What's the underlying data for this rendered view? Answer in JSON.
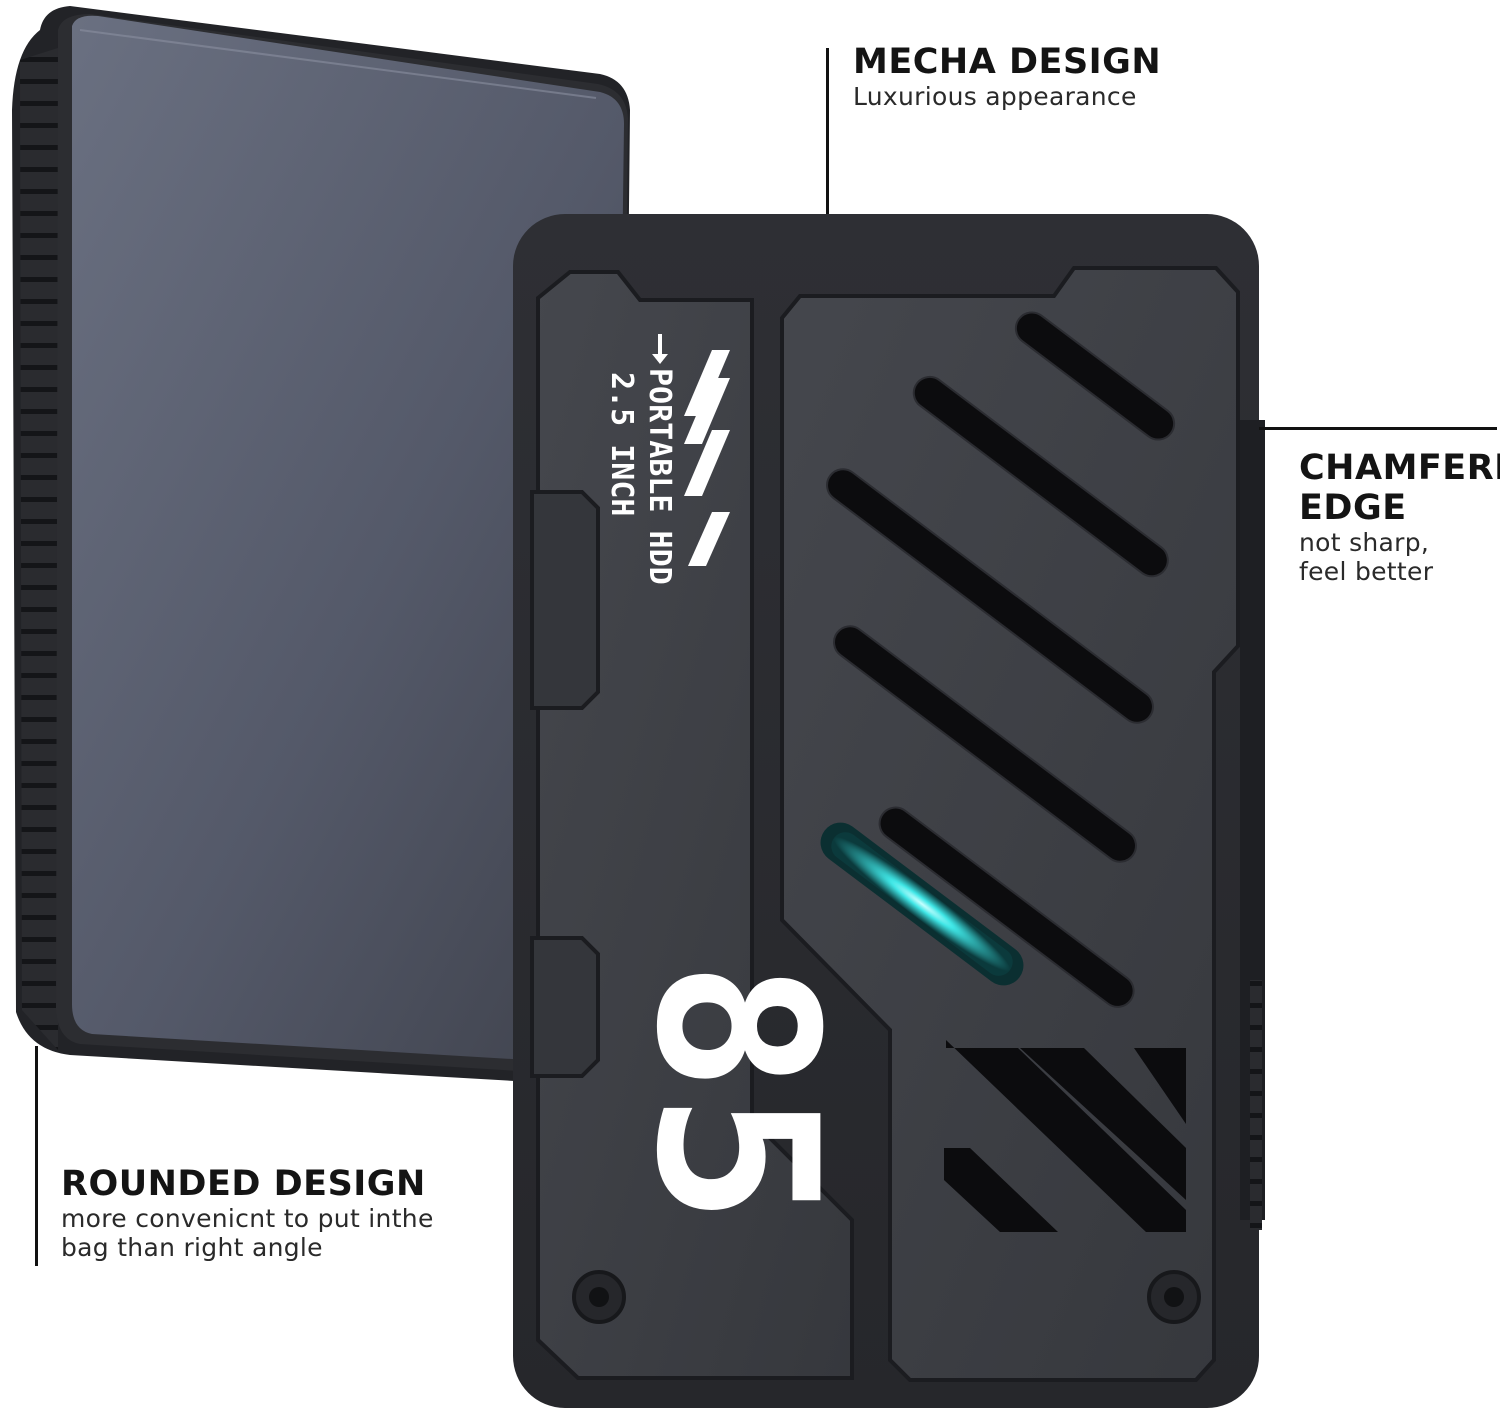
{
  "callouts": {
    "mecha": {
      "title": "MECHA DESIGN",
      "subtitle": "Luxurious appearance"
    },
    "chamfer": {
      "title_line1": "CHAMFERE",
      "title_line2": "EDGE",
      "subtitle_line1": "not sharp,",
      "subtitle_line2": "feel better"
    },
    "rounded": {
      "title": "ROUNDED DESIGN",
      "subtitle_line1": "more convenicnt to put inthe",
      "subtitle_line2": "bag than right angle"
    }
  },
  "product": {
    "label_line1": "PORTABLE HDD",
    "label_line2": "2.5 INCH",
    "logo": "85",
    "colors": {
      "back_face": "#5b6070",
      "front_shell": "#2b2c31",
      "front_panel": "#3d3f45",
      "led": "#3fe6e6",
      "print": "#ffffff"
    }
  }
}
